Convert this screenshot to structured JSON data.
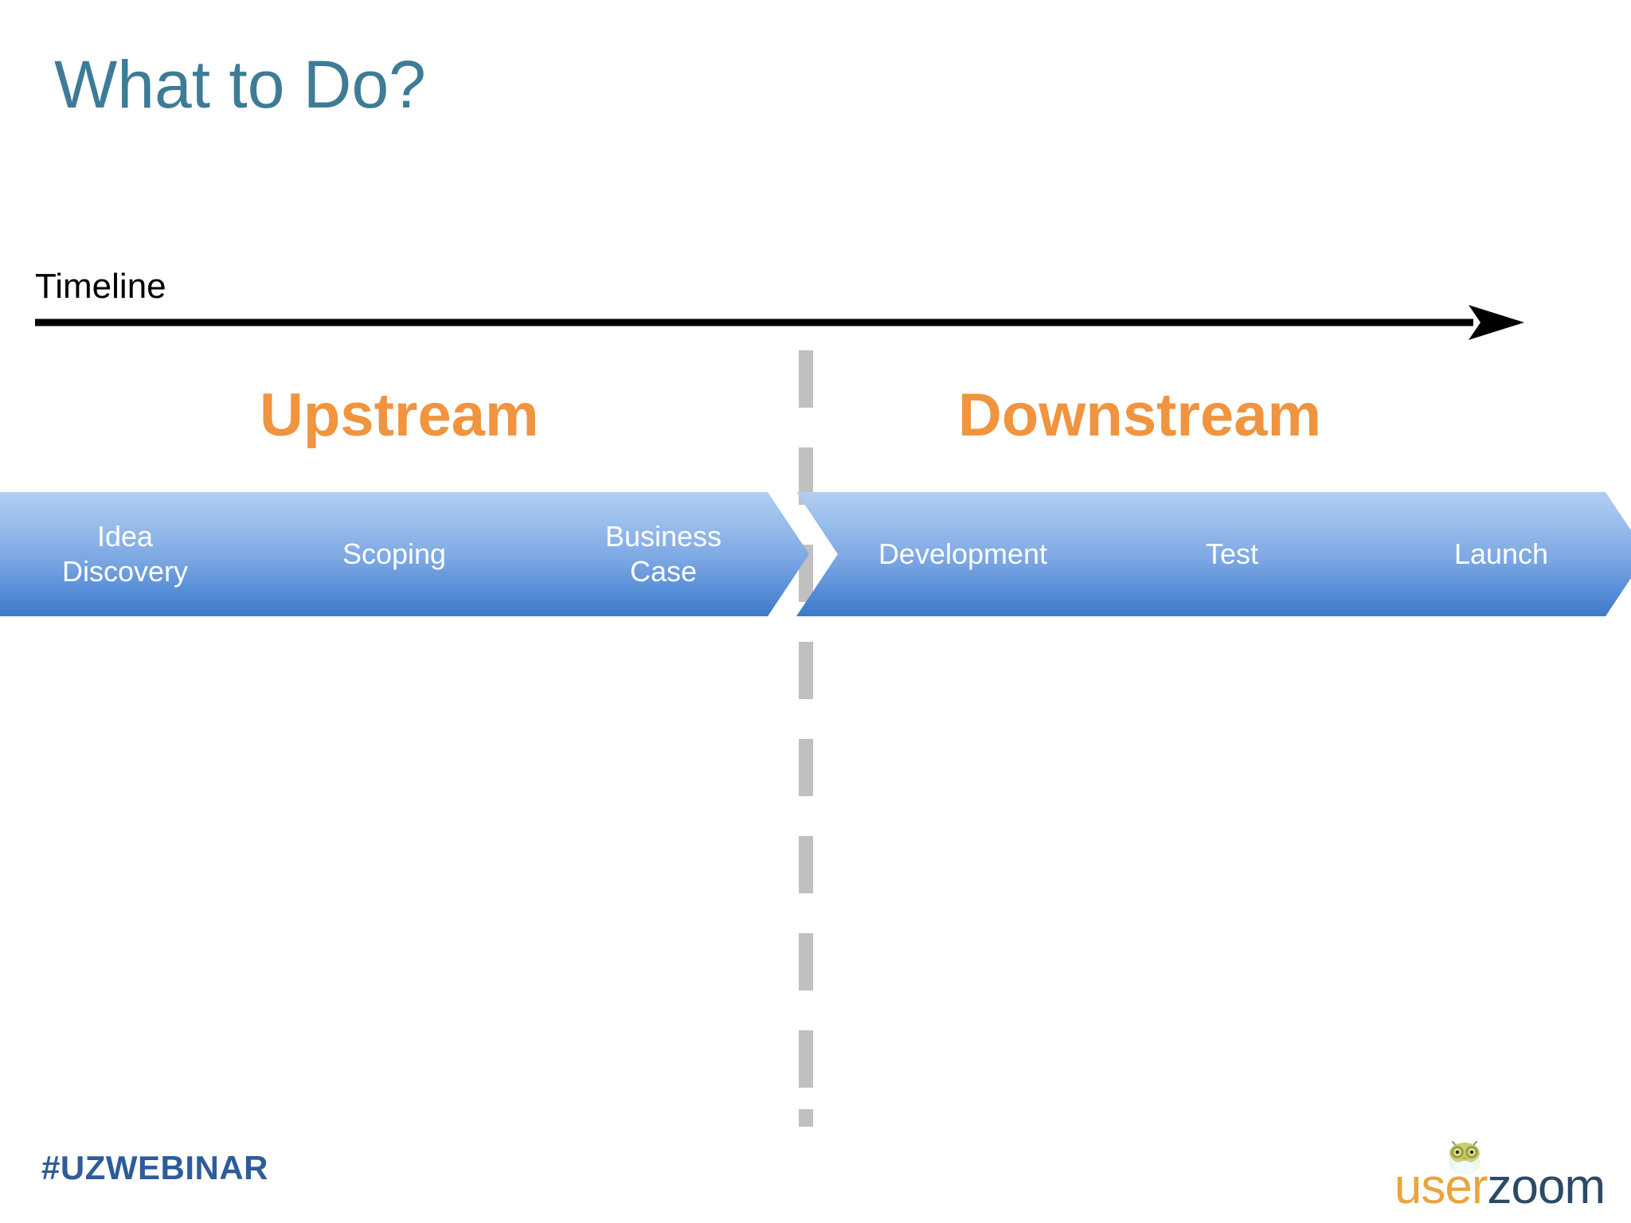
{
  "slide": {
    "title": "What to Do?",
    "background_color": "#FFFFFF",
    "title_color": "#3E7B96"
  },
  "timeline": {
    "label": "Timeline",
    "arrow_icon": "right-arrow-icon",
    "arrow_color": "#000000",
    "direction": "left-to-right"
  },
  "sections": {
    "accent_color": "#F0943F",
    "upstream": "Upstream",
    "downstream": "Downstream"
  },
  "divider": {
    "style": "dashed",
    "color": "#C0C0C0",
    "orientation": "vertical"
  },
  "process": {
    "gradient_top": "#B2CEF0",
    "gradient_bottom": "#3E7AC9",
    "label_color": "#FFFFFF",
    "stages": [
      {
        "label": "Idea\nDiscovery",
        "group": "upstream"
      },
      {
        "label": "Scoping",
        "group": "upstream"
      },
      {
        "label": "Business\nCase",
        "group": "upstream"
      },
      {
        "label": "Development",
        "group": "downstream"
      },
      {
        "label": "Test",
        "group": "downstream"
      },
      {
        "label": "Launch",
        "group": "downstream"
      }
    ]
  },
  "footer": {
    "hashtag": "#UZWEBINAR",
    "hashtag_color": "#2E5C99",
    "logo": {
      "first": "user",
      "second": "zoom",
      "first_color": "#E9A43C",
      "second_color": "#2B4A66",
      "mascot_icon": "owl-mascot-icon"
    }
  }
}
